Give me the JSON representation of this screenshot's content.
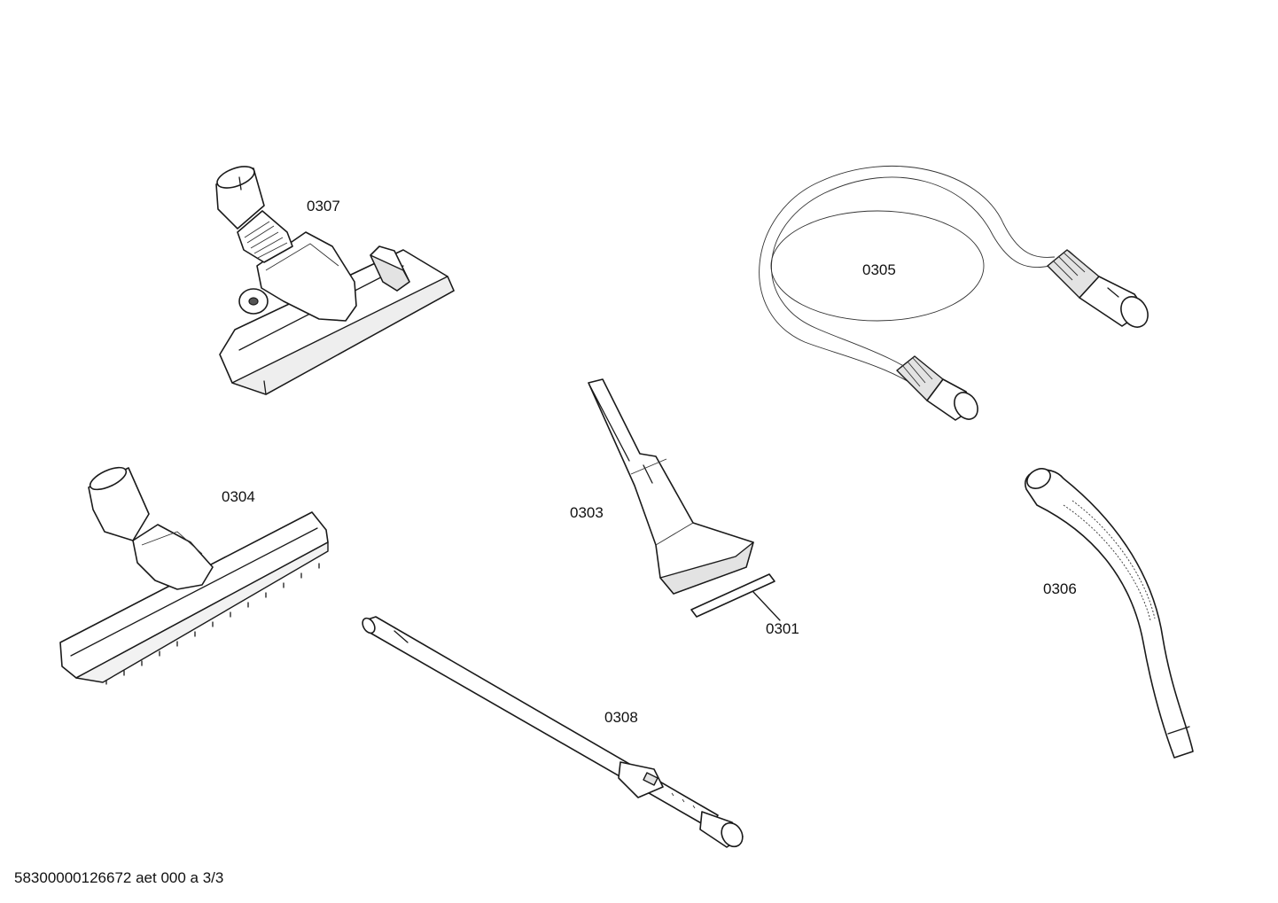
{
  "parts": [
    {
      "id": "p0307",
      "label": "0307",
      "name": "floor nozzle with swivel neck"
    },
    {
      "id": "p0305",
      "label": "0305",
      "name": "suction hose"
    },
    {
      "id": "p0304",
      "label": "0304",
      "name": "parquet brush nozzle"
    },
    {
      "id": "p0303",
      "label": "0303",
      "name": "upholstery nozzle"
    },
    {
      "id": "p0301",
      "label": "0301",
      "name": "nozzle strip"
    },
    {
      "id": "p0306",
      "label": "0306",
      "name": "handle bend"
    },
    {
      "id": "p0308",
      "label": "0308",
      "name": "telescopic tube"
    }
  ],
  "footer": "58300000126672 aet 000 a 3/3"
}
